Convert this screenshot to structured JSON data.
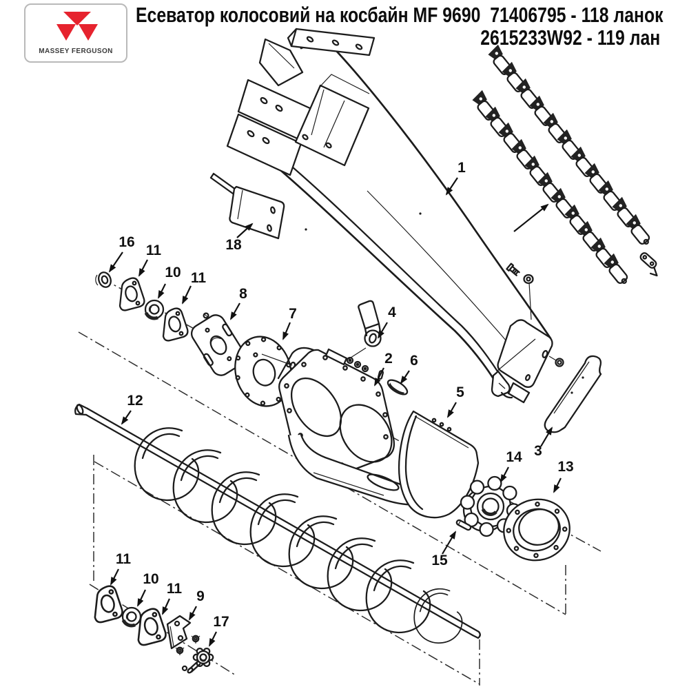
{
  "header": {
    "logo_text": "MASSEY FERGUSON",
    "title_line1": "Есеватор колосовий на косбайн MF 9690  71406795 - 118 ланок",
    "title_line2": "2615233W92 - 119 лан"
  },
  "colors": {
    "brand_red": "#e6232e",
    "ink": "#1c1c1c",
    "logo_border_gray": "#b9b9b9"
  },
  "diagram": {
    "type": "exploded-parts-diagram",
    "callouts": [
      {
        "part": "elevator-housing",
        "label": "1"
      },
      {
        "part": "mount-bracket",
        "label": "18"
      },
      {
        "part": "retainer-ring",
        "label": "16"
      },
      {
        "part": "flange-upper-a",
        "label": "11"
      },
      {
        "part": "bearing-upper",
        "label": "10"
      },
      {
        "part": "flange-upper-b",
        "label": "11"
      },
      {
        "part": "gasket-plate",
        "label": "8"
      },
      {
        "part": "cover-plate",
        "label": "7"
      },
      {
        "part": "latch-lever",
        "label": "4"
      },
      {
        "part": "auger-housing",
        "label": "2"
      },
      {
        "part": "clip",
        "label": "6"
      },
      {
        "part": "trough-shield",
        "label": "5"
      },
      {
        "part": "deflector-chute",
        "label": "3"
      },
      {
        "part": "sprocket",
        "label": "14"
      },
      {
        "part": "bearing-flange-ring",
        "label": "13"
      },
      {
        "part": "roll-pin",
        "label": "15"
      },
      {
        "part": "auger",
        "label": "12"
      },
      {
        "part": "flange-lower-a",
        "label": "11"
      },
      {
        "part": "bearing-lower",
        "label": "10"
      },
      {
        "part": "flange-lower-b",
        "label": "11"
      },
      {
        "part": "strap-bracket",
        "label": "9"
      },
      {
        "part": "hub-coupler",
        "label": "17"
      }
    ]
  }
}
